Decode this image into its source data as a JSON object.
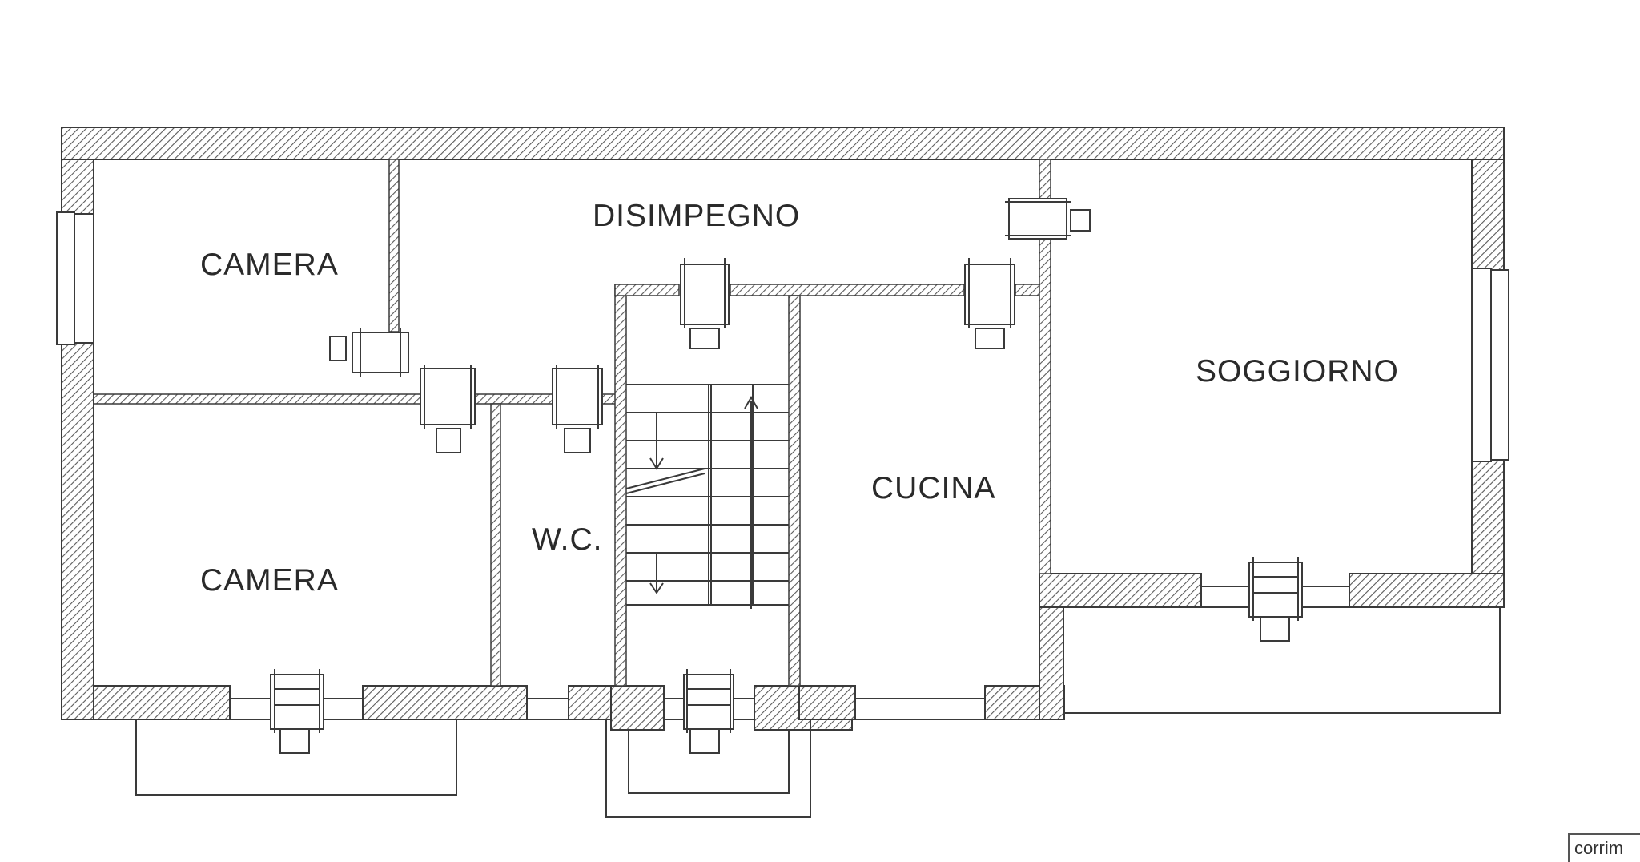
{
  "rooms": {
    "camera_top": "CAMERA",
    "camera_bottom": "CAMERA",
    "disimpegno": "DISIMPEGNO",
    "wc": "W.C.",
    "cucina": "CUCINA",
    "soggiorno": "SOGGIORNO"
  },
  "stamp": "corrim",
  "colors": {
    "line": "#3a3a3a",
    "hatch": "#6a6a6a",
    "background": "#ffffff"
  }
}
